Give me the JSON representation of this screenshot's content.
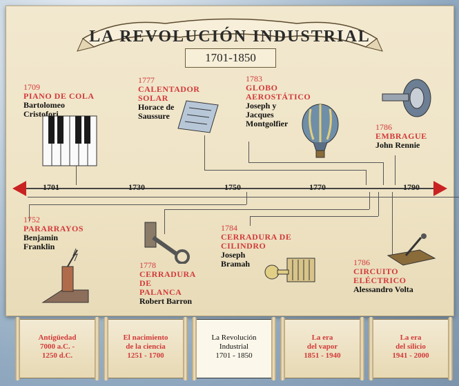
{
  "title": "LA REVOLUCIÓN INDUSTRIAL",
  "years": "1701-1850",
  "ticks": [
    "1701",
    "1730",
    "1750",
    "1770",
    "1790"
  ],
  "events_top": [
    {
      "year": "1709",
      "name": "PIANO DE COLA",
      "person": "Bartolomeo Cristofori"
    },
    {
      "year": "1777",
      "name": "CALENTADOR SOLAR",
      "person": "Horace de Saussure"
    },
    {
      "year": "1783",
      "name": "GLOBO AEROSTÁTICO",
      "person": "Joseph y Jacques Montgolfier"
    },
    {
      "year": "1786",
      "name": "EMBRAGUE",
      "person": "John Rennie"
    }
  ],
  "events_bottom": [
    {
      "year": "1752",
      "name": "PARARRAYOS",
      "person": "Benjamin Franklin"
    },
    {
      "year": "1778",
      "name": "CERRADURA DE PALANCA",
      "person": "Robert Barron"
    },
    {
      "year": "1784",
      "name": "CERRADURA DE CILINDRO",
      "person": "Joseph Bramah"
    },
    {
      "year": "1786",
      "name": "CIRCUITO ELÉCTRICO",
      "person": "Alessandro Volta"
    }
  ],
  "eras": [
    {
      "l1": "Antigüedad",
      "l2": "7000 a.C. -",
      "l3": "1250 d.C."
    },
    {
      "l1": "El nacimiento",
      "l2": "de la ciencia",
      "l3": "1251 - 1700"
    },
    {
      "l1": "La Revolución",
      "l2": "Industrial",
      "l3": "1701 - 1850"
    },
    {
      "l1": "La era",
      "l2": "del vapor",
      "l3": "1851 - 1940"
    },
    {
      "l1": "La era",
      "l2": "del silicio",
      "l3": "1941 - 2000"
    }
  ],
  "colors": {
    "accent": "#d23a3a",
    "arrow": "#c92222"
  }
}
